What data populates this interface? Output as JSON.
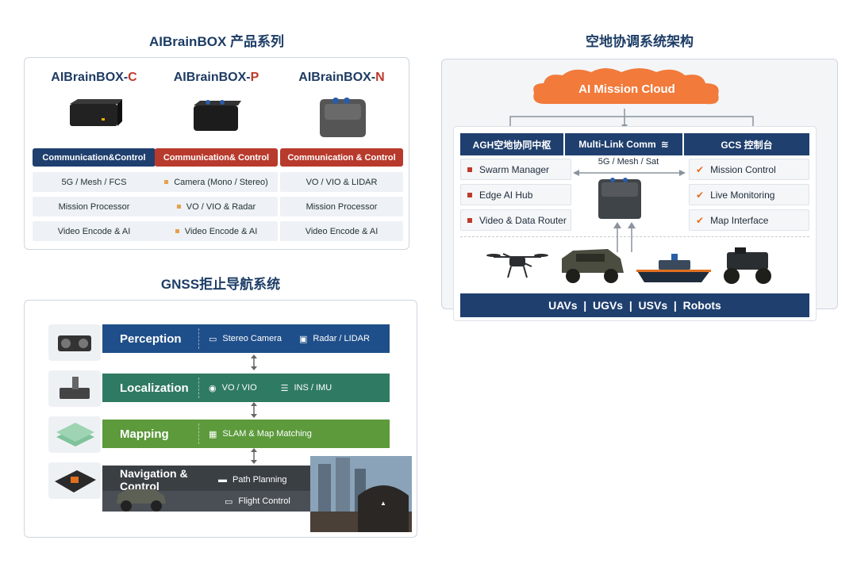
{
  "product_series": {
    "title": "AIBrainBOX 产品系列",
    "products": [
      {
        "name_base": "AIBrainBOX-",
        "name_suffix": "C",
        "header": "Communication&Control",
        "header_color": "#1f3f6e",
        "items": [
          "5G / Mesh / FCS",
          "Mission Processor",
          "Video Encode & AI"
        ],
        "dotted": false
      },
      {
        "name_base": "AIBrainBOX-",
        "name_suffix": "P",
        "header": "Communication& Control",
        "header_color": "#b83a2c",
        "items": [
          "Camera (Mono / Stereo)",
          "VO / VIO & Radar",
          "Video Encode & AI"
        ],
        "dotted": true
      },
      {
        "name_base": "AIBrainBOX-",
        "name_suffix": "N",
        "header": "Communication & Control",
        "header_color": "#b83a2c",
        "items": [
          "VO / VIO & LIDAR",
          "Mission Processor",
          "Video Encode & AI"
        ],
        "dotted": false
      }
    ]
  },
  "architecture": {
    "title": "空地协调系统架构",
    "cloud_label": "AI Mission Cloud",
    "col_left_header": "AGH空地协同中枢",
    "col_mid_header": "Multi-Link Comm",
    "col_right_header": "GCS 控制台",
    "left_items": [
      "Swarm Manager",
      "Edge AI Hub",
      "Video & Data Router"
    ],
    "link_label": "5G / Mesh / Sat",
    "right_items": [
      "Mission Control",
      "Live Monitoring",
      "Map Interface"
    ],
    "footer": "UAVs  |  UGVs  |  USVs  |  Robots",
    "accent_color": "#1f3f6e",
    "cloud_color": "#f27a3a"
  },
  "gnss": {
    "title": "GNSS拒止导航系统",
    "rows": [
      {
        "title": "Perception",
        "color": "#1f4f8a",
        "subs": [
          {
            "icon": "camera-icon",
            "label": "Stereo Camera"
          },
          {
            "icon": "radar-icon",
            "label": "Radar / LIDAR"
          }
        ]
      },
      {
        "title": "Localization",
        "color": "#2f7a62",
        "subs": [
          {
            "icon": "camera-lens-icon",
            "label": "VO / VIO"
          },
          {
            "icon": "imu-icon",
            "label": "INS / IMU"
          }
        ]
      },
      {
        "title": "Mapping",
        "color": "#5c9a3c",
        "subs": [
          {
            "icon": "map-icon",
            "label": "SLAM & Map Matching"
          }
        ]
      },
      {
        "title": "Navigation & Control",
        "color": "#3a3f44",
        "subs": [
          {
            "icon": "path-icon",
            "label": "Path Planning"
          }
        ]
      }
    ],
    "extra_sub": {
      "icon": "flight-control-icon",
      "label": "Flight Control"
    }
  }
}
